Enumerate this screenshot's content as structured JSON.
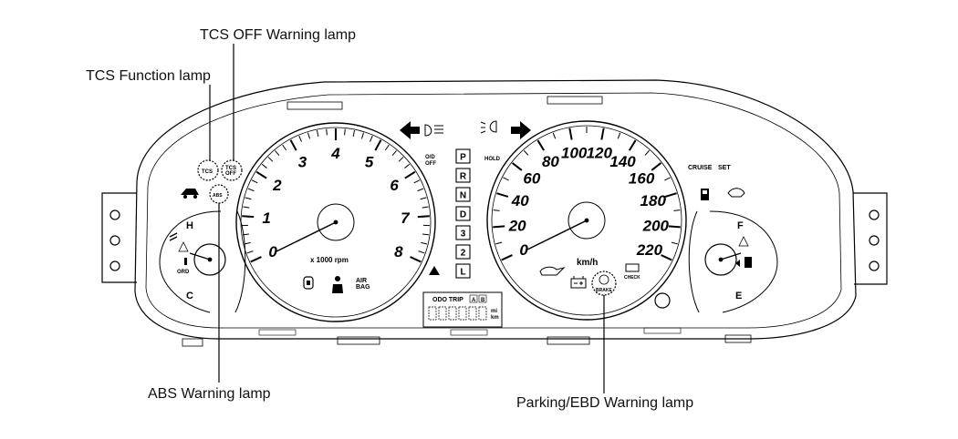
{
  "callouts": {
    "tcs_off_warning": "TCS OFF Warning lamp",
    "tcs_function": "TCS Function lamp",
    "abs_warning": "ABS Warning lamp",
    "parking_ebd_warning": "Parking/EBD Warning lamp"
  },
  "tachometer": {
    "ticks": [
      "0",
      "1",
      "2",
      "3",
      "4",
      "5",
      "6",
      "7",
      "8"
    ],
    "unit": "x 1000 rpm"
  },
  "speedometer": {
    "ticks": [
      "0",
      "20",
      "40",
      "60",
      "80",
      "100",
      "120",
      "140",
      "160",
      "180",
      "200",
      "220"
    ],
    "unit": "km/h"
  },
  "temp_gauge": {
    "hot": "H",
    "cold": "C"
  },
  "fuel_gauge": {
    "full": "F",
    "empty": "E"
  },
  "gear_selector": [
    "P",
    "R",
    "N",
    "D",
    "3",
    "2",
    "L"
  ],
  "indicators": {
    "tcs": "TCS",
    "tcs_off_line1": "TCS",
    "tcs_off_line2": "OFF",
    "abs": "ABS",
    "od_off_line1": "O/D",
    "od_off_line2": "OFF",
    "hold": "HOLD",
    "cruise": "CRUISE",
    "set": "SET",
    "airbag_line1": "AIR",
    "airbag_line2": "BAG",
    "check": "CHECK",
    "brake": "BRAKE",
    "coolant_short": "ORD"
  },
  "odometer": {
    "label": "ODO TRIP",
    "btn_a": "A",
    "btn_b": "B",
    "unit_mi": "mi",
    "unit_km": "km"
  }
}
